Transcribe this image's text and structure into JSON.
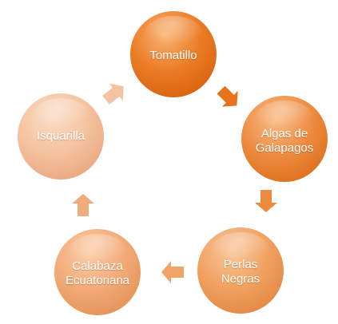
{
  "diagram": {
    "type": "cycle",
    "nodes": [
      {
        "id": "n1",
        "label": "Tomatillo",
        "color": "#e8731c"
      },
      {
        "id": "n2",
        "label": "Algas de\nGalapagos",
        "color": "#ec8a3e"
      },
      {
        "id": "n3",
        "label": "Perlas\nNegras",
        "color": "#f0a467"
      },
      {
        "id": "n4",
        "label": "Calabaza\nEcuatoriana",
        "color": "#f0ac7a"
      },
      {
        "id": "n5",
        "label": "Isquarilla",
        "color": "#f4c3a2"
      }
    ],
    "arrows": [
      {
        "from": "n1",
        "to": "n2",
        "color": "#e8731c"
      },
      {
        "from": "n2",
        "to": "n3",
        "color": "#ec8a3e"
      },
      {
        "from": "n3",
        "to": "n4",
        "color": "#f0a467"
      },
      {
        "from": "n4",
        "to": "n5",
        "color": "#f0ac7a"
      },
      {
        "from": "n5",
        "to": "n1",
        "color": "#f4c3a2"
      }
    ]
  }
}
